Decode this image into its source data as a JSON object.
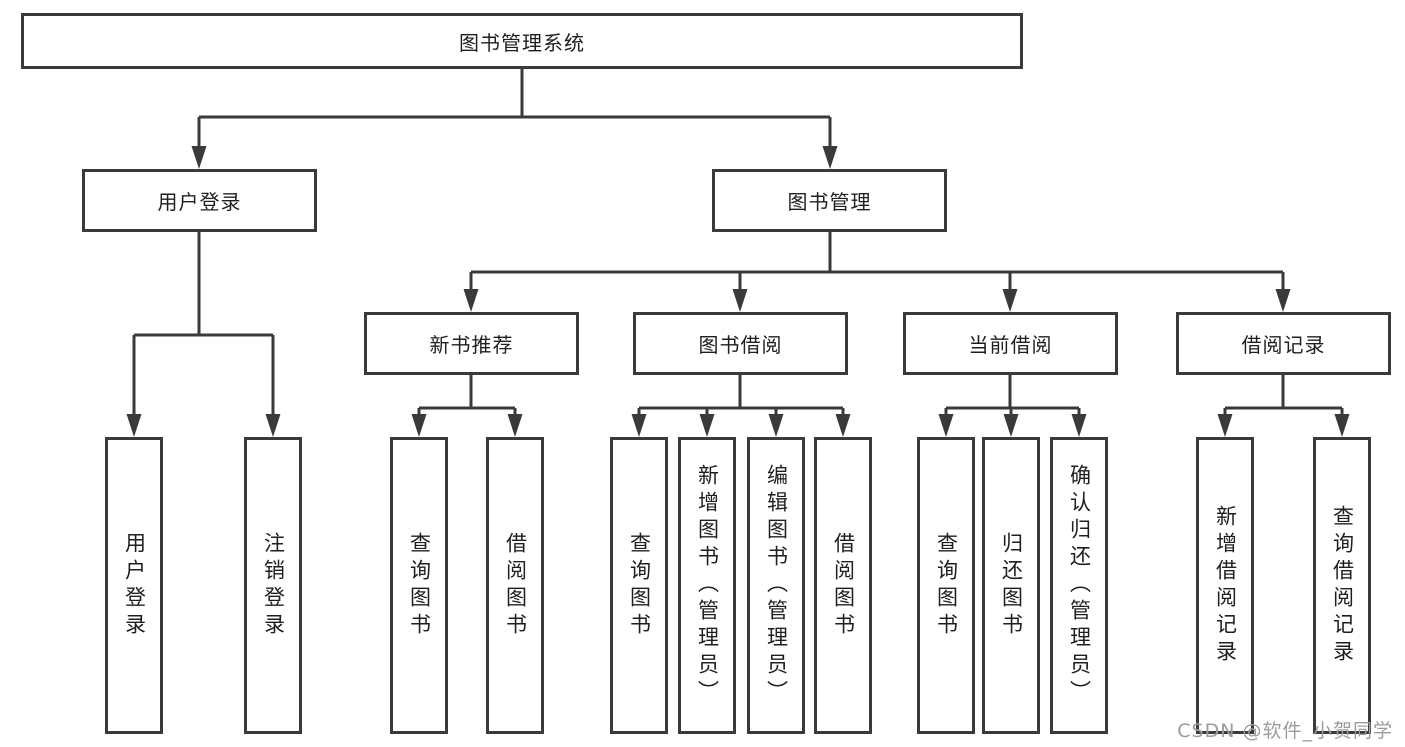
{
  "tree": {
    "label": "图书管理系统",
    "children": [
      {
        "label": "用户登录",
        "children": [
          {
            "label": "用户登录"
          },
          {
            "label": "注销登录"
          }
        ]
      },
      {
        "label": "图书管理",
        "children": [
          {
            "label": "新书推荐",
            "children": [
              {
                "label": "查询图书"
              },
              {
                "label": "借阅图书"
              }
            ]
          },
          {
            "label": "图书借阅",
            "children": [
              {
                "label": "查询图书"
              },
              {
                "label": "新增图书（管理员）"
              },
              {
                "label": "编辑图书（管理员）"
              },
              {
                "label": "借阅图书"
              }
            ]
          },
          {
            "label": "当前借阅",
            "children": [
              {
                "label": "查询图书"
              },
              {
                "label": "归还图书"
              },
              {
                "label": "确认归还（管理员）"
              }
            ]
          },
          {
            "label": "借阅记录",
            "children": [
              {
                "label": "新增借阅记录"
              },
              {
                "label": "查询借阅记录"
              }
            ]
          }
        ]
      }
    ]
  },
  "watermark": {
    "text": "CSDN @软件_小贺同学"
  },
  "colors": {
    "line": "#3a3a3a",
    "box_border": "#3a3a3a",
    "text": "#1f1f1f",
    "watermark_text": "#9c9c9c",
    "background": "#ffffff"
  }
}
